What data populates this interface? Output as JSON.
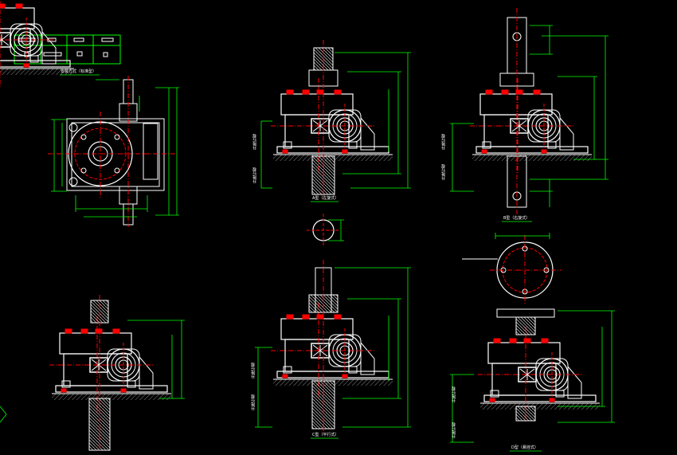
{
  "legend_box": {
    "title": "安装方式（标准型）"
  },
  "views": {
    "view_a_title": "A型（左旋式）",
    "view_b_title": "B型（右旋式）",
    "view_c_title": "C型（平行式）",
    "view_d_title": "D型（悬挂式）"
  },
  "side_labels": {
    "stroke_top": "升降行程",
    "stroke_bottom": "升降行程"
  },
  "colors": {
    "background": "#000000",
    "outline": "#ffffff",
    "dimension": "#00ff00",
    "centerline": "#ff0000",
    "hatch": "#ffffff"
  }
}
